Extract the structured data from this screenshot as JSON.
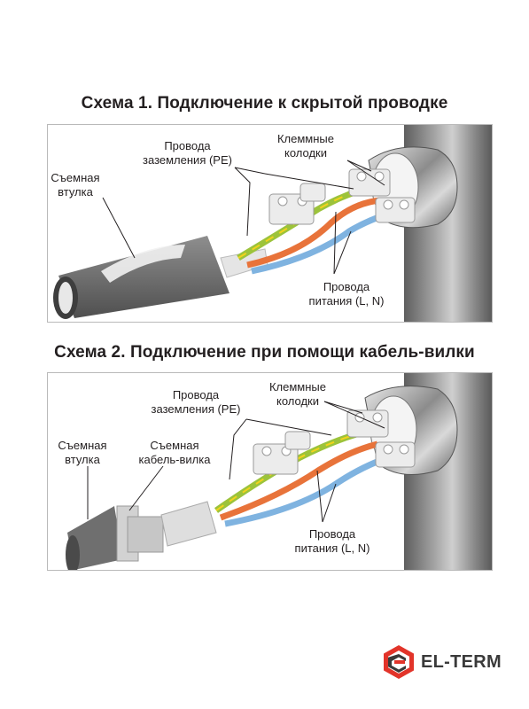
{
  "scheme1": {
    "title": "Схема 1. Подключение к скрытой проводке",
    "label_sleeve": [
      "Съемная",
      "втулка"
    ],
    "label_ground": [
      "Провода",
      "заземления (PE)"
    ],
    "label_terminals": [
      "Клеммные",
      "колодки"
    ],
    "label_power": [
      "Провода",
      "питания (L, N)"
    ]
  },
  "scheme2": {
    "title": "Схема 2. Подключение при помощи кабель-вилки",
    "label_sleeve": [
      "Съемная",
      "втулка"
    ],
    "label_plug": [
      "Съемная",
      "кабель-вилка"
    ],
    "label_ground": [
      "Провода",
      "заземления (PE)"
    ],
    "label_terminals": [
      "Клеммные",
      "колодки"
    ],
    "label_power": [
      "Провода",
      "питания (L, N)"
    ]
  },
  "brand": {
    "name": "EL-TERM",
    "primary_color": "#e2342a",
    "dark_color": "#3a3a3a"
  },
  "colors": {
    "ground_wire": "#9cc33b",
    "ground_stripe": "#f2d31b",
    "live_wire": "#e8733a",
    "neutral_wire": "#7fb3e0",
    "metal": "#7a7a7a"
  }
}
